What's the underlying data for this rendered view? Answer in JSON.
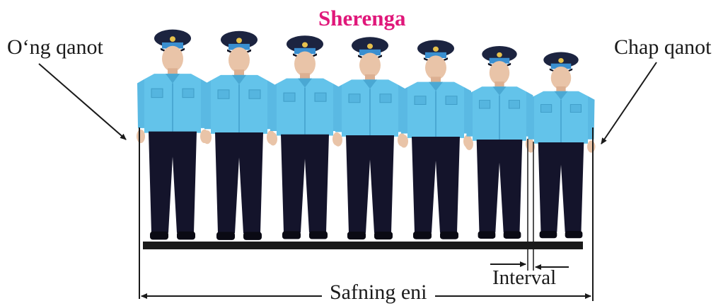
{
  "title": "Sherenga",
  "labels": {
    "right_wing": "O‘ng qanot",
    "left_wing": "Chap qanot",
    "interval": "Interval",
    "width": "Safning eni"
  },
  "soldiers": [
    {
      "name": "soldier-1"
    },
    {
      "name": "soldier-2"
    },
    {
      "name": "soldier-3"
    },
    {
      "name": "soldier-4"
    },
    {
      "name": "soldier-5"
    },
    {
      "name": "soldier-6"
    },
    {
      "name": "soldier-7"
    }
  ],
  "colors": {
    "title": "#e0177a",
    "shirt": "#63c3ea",
    "trousers": "#14142b",
    "cap": "#1c2440",
    "cap_band": "#3a8fd0",
    "skin": "#e9c4a8",
    "ground": "#1a1a1a"
  }
}
